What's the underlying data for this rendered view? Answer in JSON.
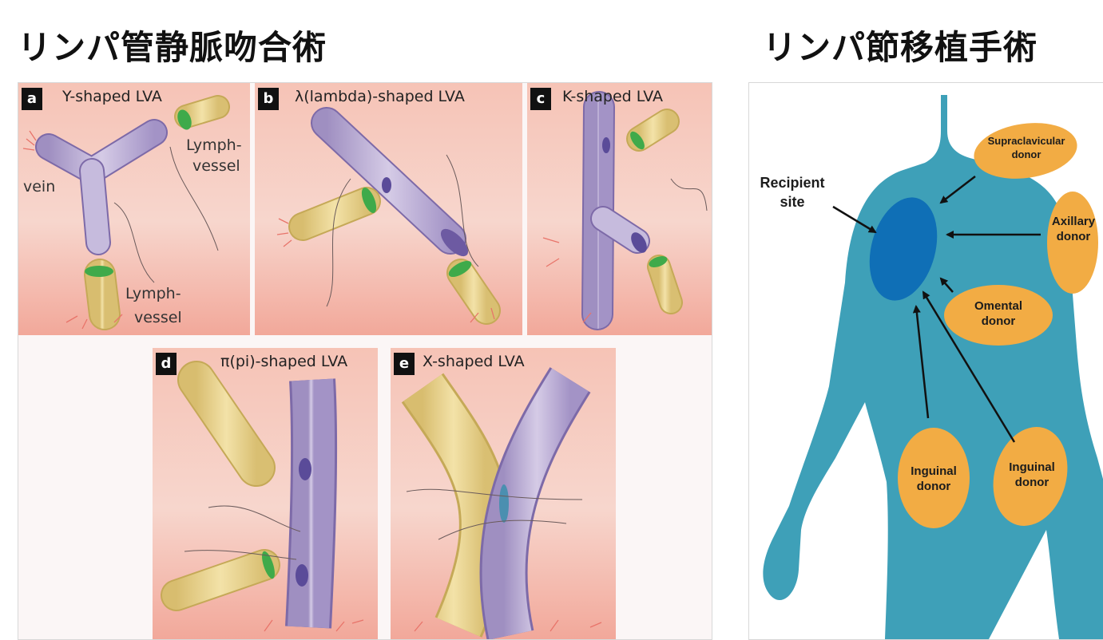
{
  "titles": {
    "left": "リンパ管静脈吻合術",
    "right": "リンパ節移植手術"
  },
  "lva_panels": [
    {
      "letter": "a",
      "title": "Y-shaped LVA"
    },
    {
      "letter": "b",
      "title": "λ(lambda)-shaped LVA"
    },
    {
      "letter": "c",
      "title": "K-shaped LVA"
    },
    {
      "letter": "d",
      "title": "π(pi)-shaped LVA"
    },
    {
      "letter": "e",
      "title": "X-shaped LVA"
    }
  ],
  "panel_a_labels": {
    "vein": "vein",
    "lymph_top_1": "Lymph-",
    "lymph_top_2": "vessel",
    "lymph_bottom_1": "Lymph-",
    "lymph_bottom_2": "vessel"
  },
  "transplant": {
    "recipient_1": "Recipient",
    "recipient_2": "site",
    "supraclavicular_1": "Supraclavicular",
    "supraclavicular_2": "donor",
    "axillary_1": "Axillary",
    "axillary_2": "donor",
    "omental_1": "Omental",
    "omental_2": "donor",
    "inguinal_left_1": "Inguinal",
    "inguinal_left_2": "donor",
    "inguinal_right_1": "Inguinal",
    "inguinal_right_2": "donor"
  },
  "colors": {
    "body": "#3ea0b8",
    "donor": "#f2ac44",
    "recipient": "#0f6fb6",
    "tissue": "#f3b7ab",
    "vein": "#b6a7cf",
    "lymph": "#e7d08c",
    "lymph_rim": "#3faa4a"
  }
}
